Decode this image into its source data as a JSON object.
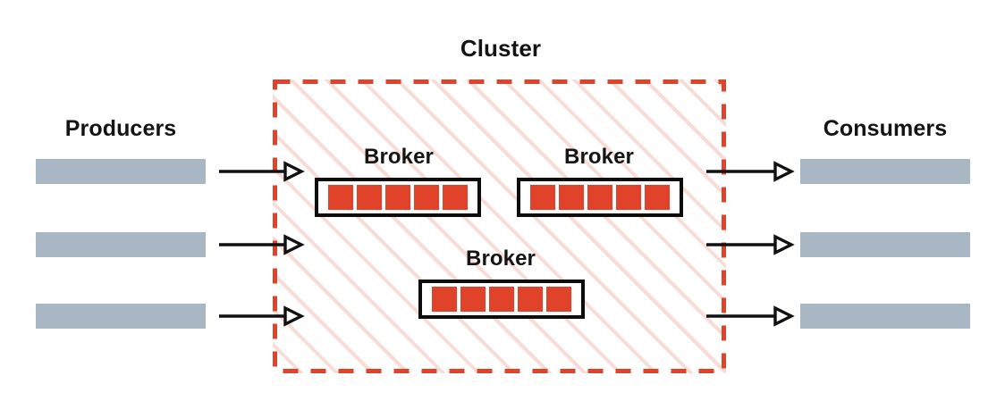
{
  "diagram": {
    "title": "Cluster",
    "type": "kafka-cluster-architecture",
    "colors": {
      "cluster_border": "#E0432A",
      "cluster_hatch": "#F8DCD6",
      "partition": "#E0432A",
      "stream_bar": "#A9B6C3",
      "broker_border": "#0D0D0D",
      "arrow": "#111111",
      "background": "#FFFFFF",
      "text": "#141414"
    }
  },
  "producers": {
    "label": "Producers",
    "bars": [
      {
        "name": "producer-1"
      },
      {
        "name": "producer-2"
      },
      {
        "name": "producer-3"
      }
    ]
  },
  "consumers": {
    "label": "Consumers",
    "bars": [
      {
        "name": "consumer-1"
      },
      {
        "name": "consumer-2"
      },
      {
        "name": "consumer-3"
      }
    ]
  },
  "cluster": {
    "title": "Cluster",
    "brokers": [
      {
        "label": "Broker",
        "partitions": 5
      },
      {
        "label": "Broker",
        "partitions": 5
      },
      {
        "label": "Broker",
        "partitions": 5
      }
    ]
  },
  "arrows": {
    "inbound": [
      {
        "name": "producer-1-to-cluster"
      },
      {
        "name": "producer-2-to-cluster"
      },
      {
        "name": "producer-3-to-cluster"
      }
    ],
    "outbound": [
      {
        "name": "cluster-to-consumer-1"
      },
      {
        "name": "cluster-to-consumer-2"
      },
      {
        "name": "cluster-to-consumer-3"
      }
    ]
  }
}
